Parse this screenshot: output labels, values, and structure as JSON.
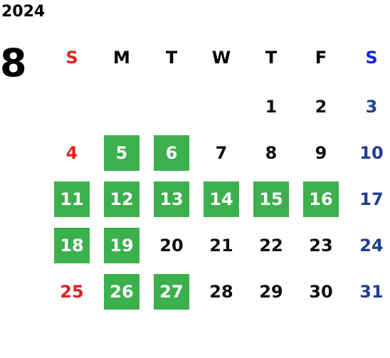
{
  "calendar": {
    "year": "2024",
    "month": "8",
    "weekdays": [
      "S",
      "M",
      "T",
      "W",
      "T",
      "F",
      "S"
    ],
    "highlight_color": "#3bb04d",
    "sunday_color": "#e02020",
    "saturday_color": "#1f3f8f",
    "weeks": [
      [
        "",
        "",
        "",
        "",
        "1",
        "2",
        "3"
      ],
      [
        "4",
        "5",
        "6",
        "7",
        "8",
        "9",
        "10"
      ],
      [
        "11",
        "12",
        "13",
        "14",
        "15",
        "16",
        "17"
      ],
      [
        "18",
        "19",
        "20",
        "21",
        "22",
        "23",
        "24"
      ],
      [
        "25",
        "26",
        "27",
        "28",
        "29",
        "30",
        "31"
      ]
    ],
    "highlighted_days": [
      "5",
      "6",
      "11",
      "12",
      "13",
      "14",
      "15",
      "16",
      "18",
      "19",
      "26",
      "27"
    ]
  }
}
